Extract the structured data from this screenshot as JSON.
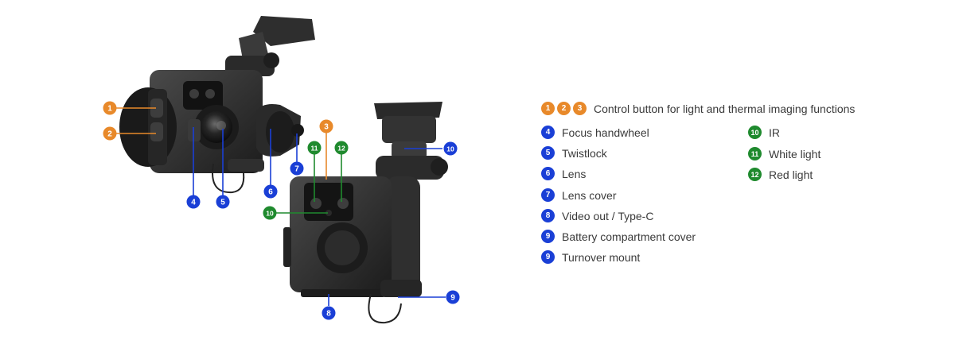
{
  "colors": {
    "orange": "#e8892a",
    "blue": "#1a3fd6",
    "green": "#1f8a2e",
    "device": "#2b2b2b"
  },
  "legend": [
    {
      "nums": [
        "1",
        "2",
        "3"
      ],
      "color": "orange",
      "text": "Control button for light and thermal imaging functions"
    },
    {
      "nums": [
        "4"
      ],
      "color": "blue",
      "text": "Focus handwheel"
    },
    {
      "nums": [
        "5"
      ],
      "color": "blue",
      "text": "Twistlock"
    },
    {
      "nums": [
        "6"
      ],
      "color": "blue",
      "text": "Lens"
    },
    {
      "nums": [
        "7"
      ],
      "color": "blue",
      "text": "Lens cover"
    },
    {
      "nums": [
        "8"
      ],
      "color": "blue",
      "text": "Video out / Type-C"
    },
    {
      "nums": [
        "9"
      ],
      "color": "blue",
      "text": "Battery compartment cover"
    },
    {
      "nums": [
        "9"
      ],
      "color": "blue",
      "text": "Turnover mount"
    },
    {
      "nums": [
        "10"
      ],
      "color": "green",
      "text": "IR"
    },
    {
      "nums": [
        "11"
      ],
      "color": "green",
      "text": "White light"
    },
    {
      "nums": [
        "12"
      ],
      "color": "green",
      "text": "Red light"
    }
  ],
  "callouts": [
    {
      "n": "1",
      "color": "orange"
    },
    {
      "n": "2",
      "color": "orange"
    },
    {
      "n": "4",
      "color": "blue"
    },
    {
      "n": "5",
      "color": "blue"
    },
    {
      "n": "6",
      "color": "blue"
    },
    {
      "n": "7",
      "color": "blue"
    },
    {
      "n": "3",
      "color": "orange"
    },
    {
      "n": "11",
      "color": "green"
    },
    {
      "n": "12",
      "color": "green"
    },
    {
      "n": "10",
      "color": "green"
    },
    {
      "n": "10",
      "color": "blue"
    },
    {
      "n": "8",
      "color": "blue"
    },
    {
      "n": "9",
      "color": "blue"
    }
  ]
}
